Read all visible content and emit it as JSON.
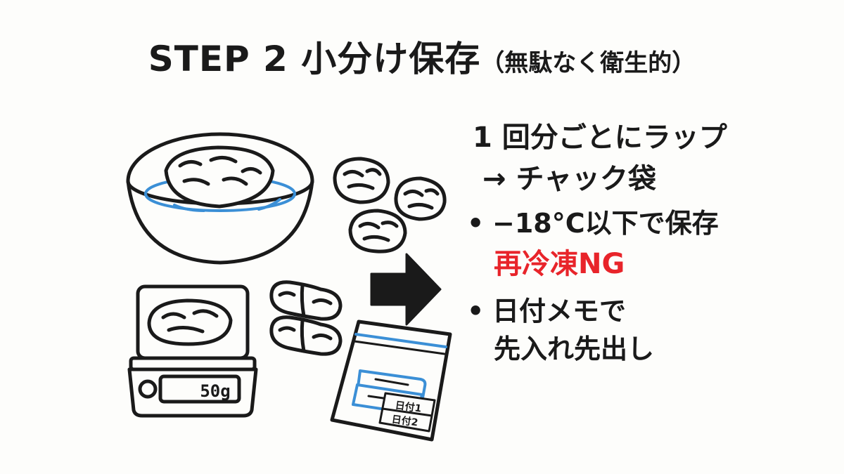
{
  "title": {
    "main": "STEP 2 小分け保存",
    "sub": "（無駄なく衛生的）"
  },
  "points": {
    "line1": "1 回分ごとにラップ",
    "line2": "→ チャック袋",
    "bullet2_main": "−18°C以下で保存",
    "bullet2_warning": "再冷凍NG",
    "bullet3_line1": "日付メモで",
    "bullet3_line2": "先入れ先出し",
    "bullet_glyph": "•"
  },
  "illustration": {
    "scale_readout": "50g",
    "bag_label_1": "日付1",
    "bag_label_2": "日付2"
  },
  "colors": {
    "ink": "#1a1a1a",
    "warning": "#e8242a",
    "water_blue": "#3b8fd6",
    "background": "#fdfdfb"
  }
}
